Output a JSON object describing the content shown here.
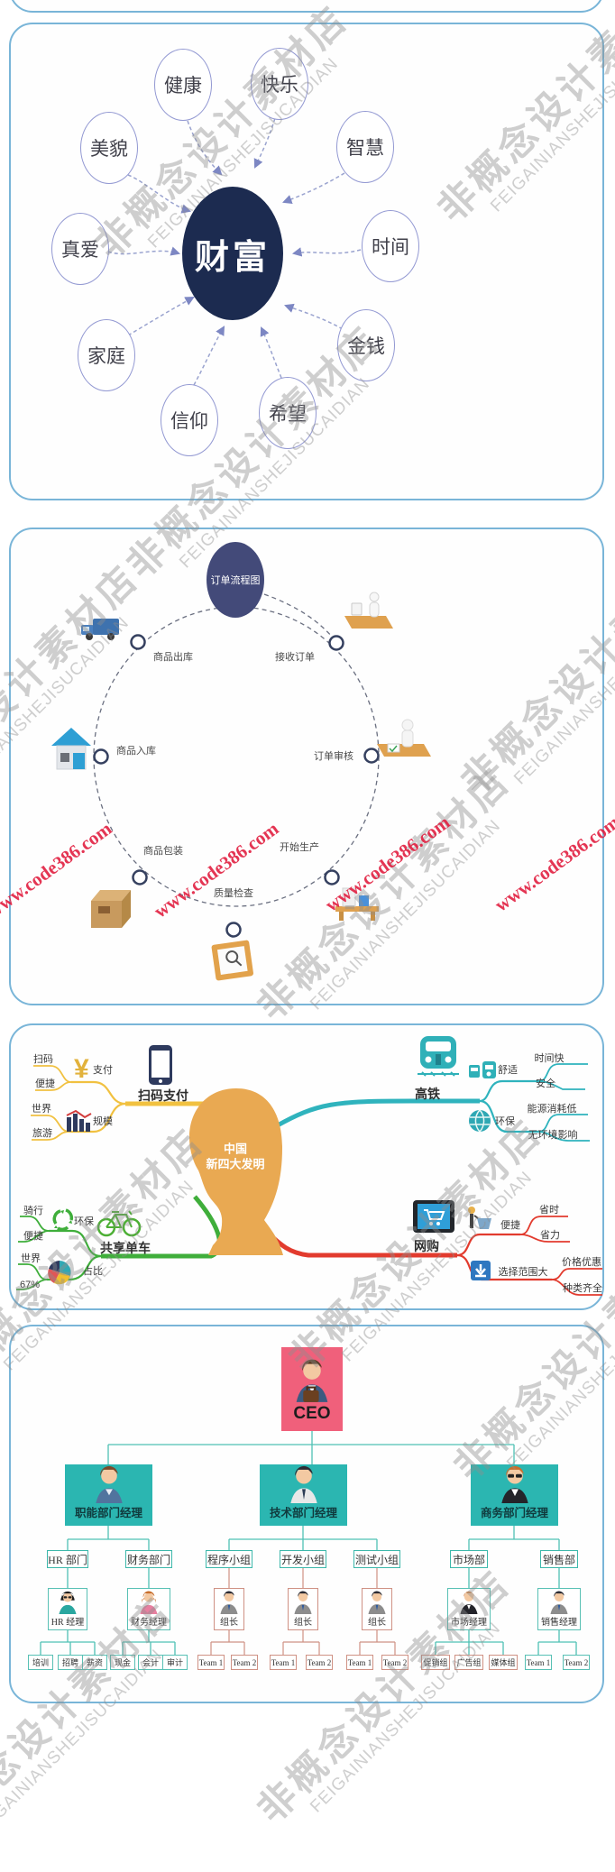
{
  "watermark": {
    "store_cn": "非概念设计素材店",
    "store_en": "FEIGAINIANSHEJISUCAIDIAN",
    "url": "www.code386.com"
  },
  "colors": {
    "panel_border": "#79b5d8",
    "wealth_center_bg": "#1c2b50",
    "satellite_border": "#9298d2",
    "order_title_bg": "#434a79",
    "head_fill": "#e9a952",
    "branch_yellow": "#f1c140",
    "branch_teal": "#2fb3bd",
    "branch_green": "#3fae3b",
    "branch_red": "#e23b2e",
    "org_teal": "#2bb6b1",
    "org_pink": "#f0607b",
    "org_line_teal": "#4fc1b5",
    "org_line_salmon": "#cf9184",
    "watermark_red": "#e11a3c"
  },
  "wealth_map": {
    "center": "财富",
    "satellites": [
      "健康",
      "快乐",
      "美貌",
      "智慧",
      "真爱",
      "时间",
      "家庭",
      "金钱",
      "信仰",
      "希望"
    ]
  },
  "order_flow": {
    "title": "订单流程图",
    "steps": [
      "商品出库",
      "接收订单",
      "商品入库",
      "订单审核",
      "商品包装",
      "质量检查",
      "开始生产"
    ],
    "icons": [
      "truck-icon",
      "computer-desk-icon",
      "warehouse-icon",
      "signing-desk-icon",
      "package-box-icon",
      "inspection-clipboard-icon",
      "production-desk-icon"
    ]
  },
  "inventions_map": {
    "center_line1": "中国",
    "center_line2": "新四大发明",
    "branches": [
      {
        "label": "扫码支付",
        "icon": "smartphone-icon",
        "subs": [
          {
            "label": "支付",
            "icon": "yuan-icon",
            "glyph": "¥",
            "leaves": [
              "扫码",
              "便捷"
            ]
          },
          {
            "label": "规模",
            "icon": "bar-chart-icon",
            "leaves": [
              "世界",
              "旅游"
            ]
          }
        ]
      },
      {
        "label": "高铁",
        "icon": "train-icon",
        "subs": [
          {
            "label": "舒适",
            "icon": "train-cars-icon",
            "leaves": [
              "时间快",
              "安全"
            ]
          },
          {
            "label": "环保",
            "icon": "globe-icon",
            "leaves": [
              "能源消耗低",
              "无环境影响"
            ]
          }
        ]
      },
      {
        "label": "共享单车",
        "icon": "bicycle-icon",
        "subs": [
          {
            "label": "环保",
            "icon": "recycle-icon",
            "leaves": [
              "骑行",
              "便捷"
            ]
          },
          {
            "label": "占比",
            "icon": "pie-chart-icon",
            "leaves": [
              "世界",
              "67%"
            ]
          }
        ]
      },
      {
        "label": "网购",
        "icon": "tablet-cart-icon",
        "subs": [
          {
            "label": "便捷",
            "icon": "shopper-cart-icon",
            "leaves": [
              "省时",
              "省力"
            ]
          },
          {
            "label": "选择范围大",
            "icon": "download-icon",
            "leaves": [
              "价格优惠",
              "种类齐全"
            ]
          }
        ]
      }
    ]
  },
  "org_chart": {
    "ceo": "CEO",
    "managers": [
      "职能部门经理",
      "技术部门经理",
      "商务部门经理"
    ],
    "departments": [
      "HR 部门",
      "财务部门",
      "程序小组",
      "开发小组",
      "测试小组",
      "市场部",
      "销售部"
    ],
    "staff": [
      "HR 经理",
      "财务经理",
      "组长",
      "组长",
      "组长",
      "市场经理",
      "销售经理"
    ],
    "teams": [
      "培训",
      "招聘",
      "薪资",
      "现金",
      "会计",
      "审计",
      "Team 1",
      "Team 2",
      "Team 1",
      "Team 2",
      "Team 1",
      "Team 2",
      "促销组",
      "广告组",
      "媒体组",
      "Team 1",
      "Team 2"
    ]
  }
}
